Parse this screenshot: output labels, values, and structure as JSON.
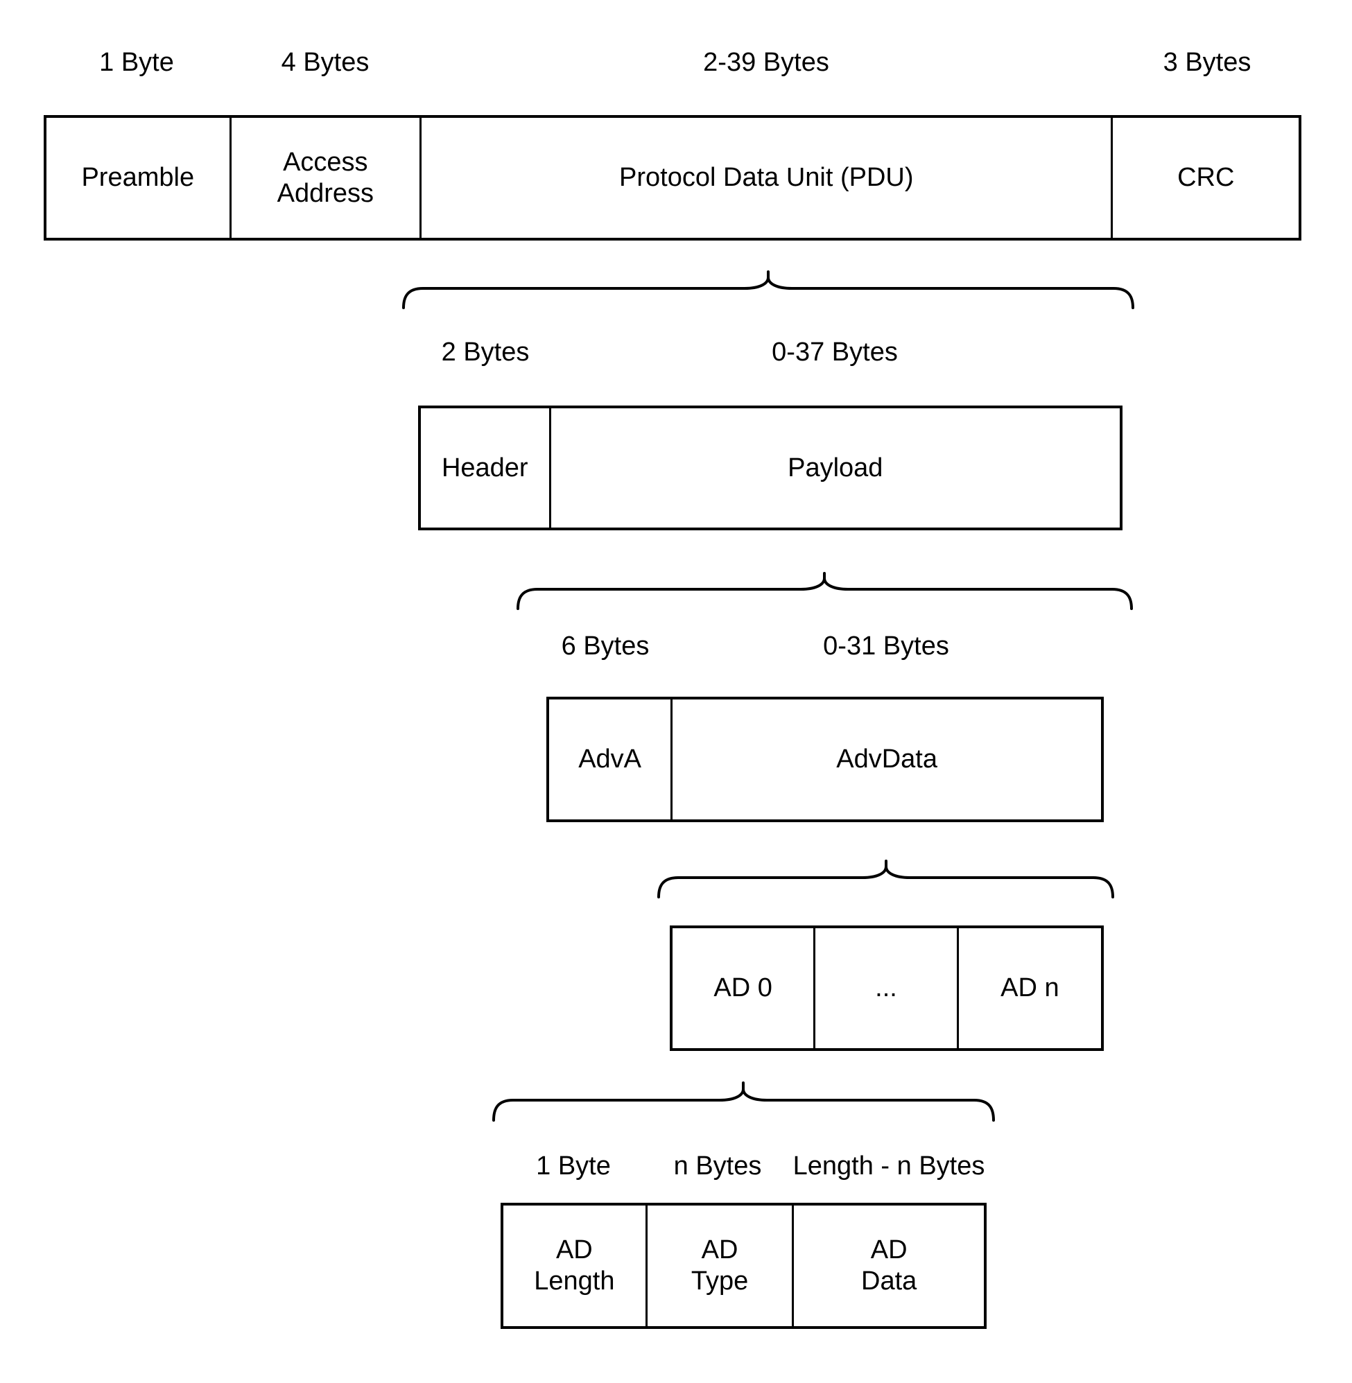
{
  "diagram": {
    "colors": {
      "stroke": "#000000",
      "background": "#ffffff",
      "text": "#000000"
    },
    "rows": {
      "packet": {
        "size_labels": [
          "1 Byte",
          "4 Bytes",
          "2-39 Bytes",
          "3 Bytes"
        ],
        "cells": [
          "Preamble",
          "Access\nAddress",
          "Protocol Data Unit (PDU)",
          "CRC"
        ]
      },
      "pdu": {
        "size_labels": [
          "2 Bytes",
          "0-37 Bytes"
        ],
        "cells": [
          "Header",
          "Payload"
        ]
      },
      "payload": {
        "size_labels": [
          "6 Bytes",
          "0-31 Bytes"
        ],
        "cells": [
          "AdvA",
          "AdvData"
        ]
      },
      "advdata": {
        "cells": [
          "AD 0",
          "...",
          "AD n"
        ]
      },
      "ad_structure": {
        "size_labels": [
          "1 Byte",
          "n Bytes",
          "Length - n Bytes"
        ],
        "cells": [
          "AD\nLength",
          "AD\nType",
          "AD\nData"
        ]
      }
    }
  }
}
